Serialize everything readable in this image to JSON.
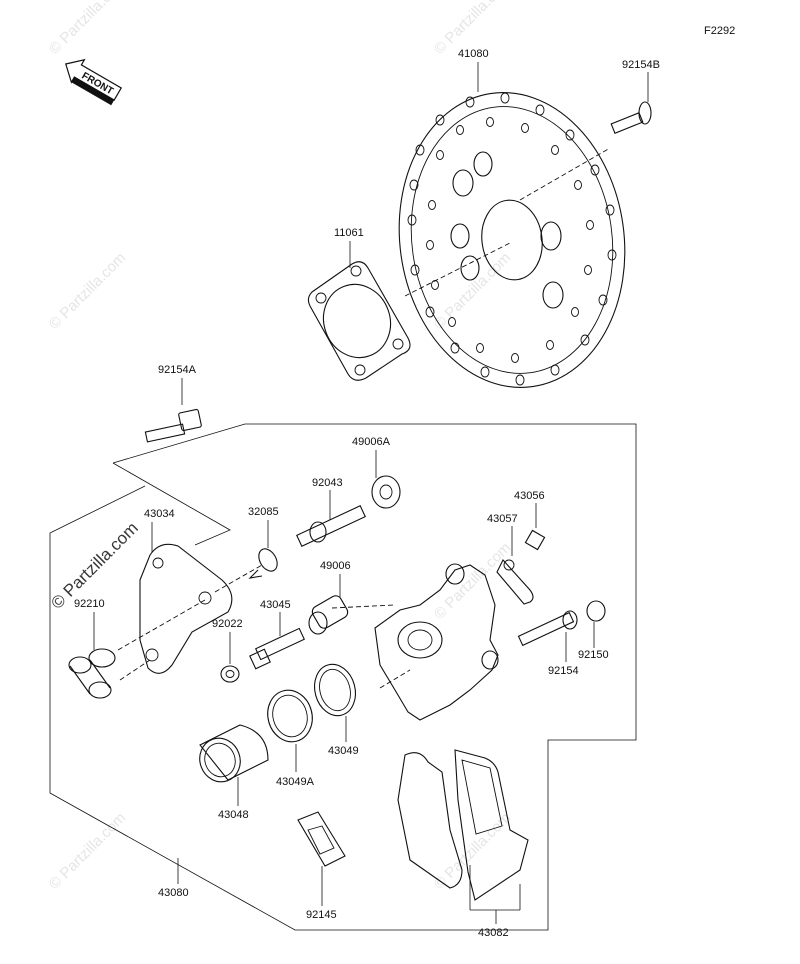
{
  "figure_code": "F2292",
  "front_arrow_label": "FRONT",
  "watermark": "© Partzilla.com",
  "labels": {
    "p41080": "41080",
    "p92154B": "92154B",
    "p11061": "11061",
    "p92154A": "92154A",
    "p49006A": "49006A",
    "p92043": "92043",
    "p32085": "32085",
    "p43034": "43034",
    "p43056": "43056",
    "p43057": "43057",
    "p49006": "49006",
    "p43045": "43045",
    "p92210": "92210",
    "p92022": "92022",
    "p92150": "92150",
    "p92154": "92154",
    "p43049": "43049",
    "p43049A": "43049A",
    "p43048": "43048",
    "p92145": "92145",
    "p43080": "43080",
    "p43082": "43082"
  }
}
